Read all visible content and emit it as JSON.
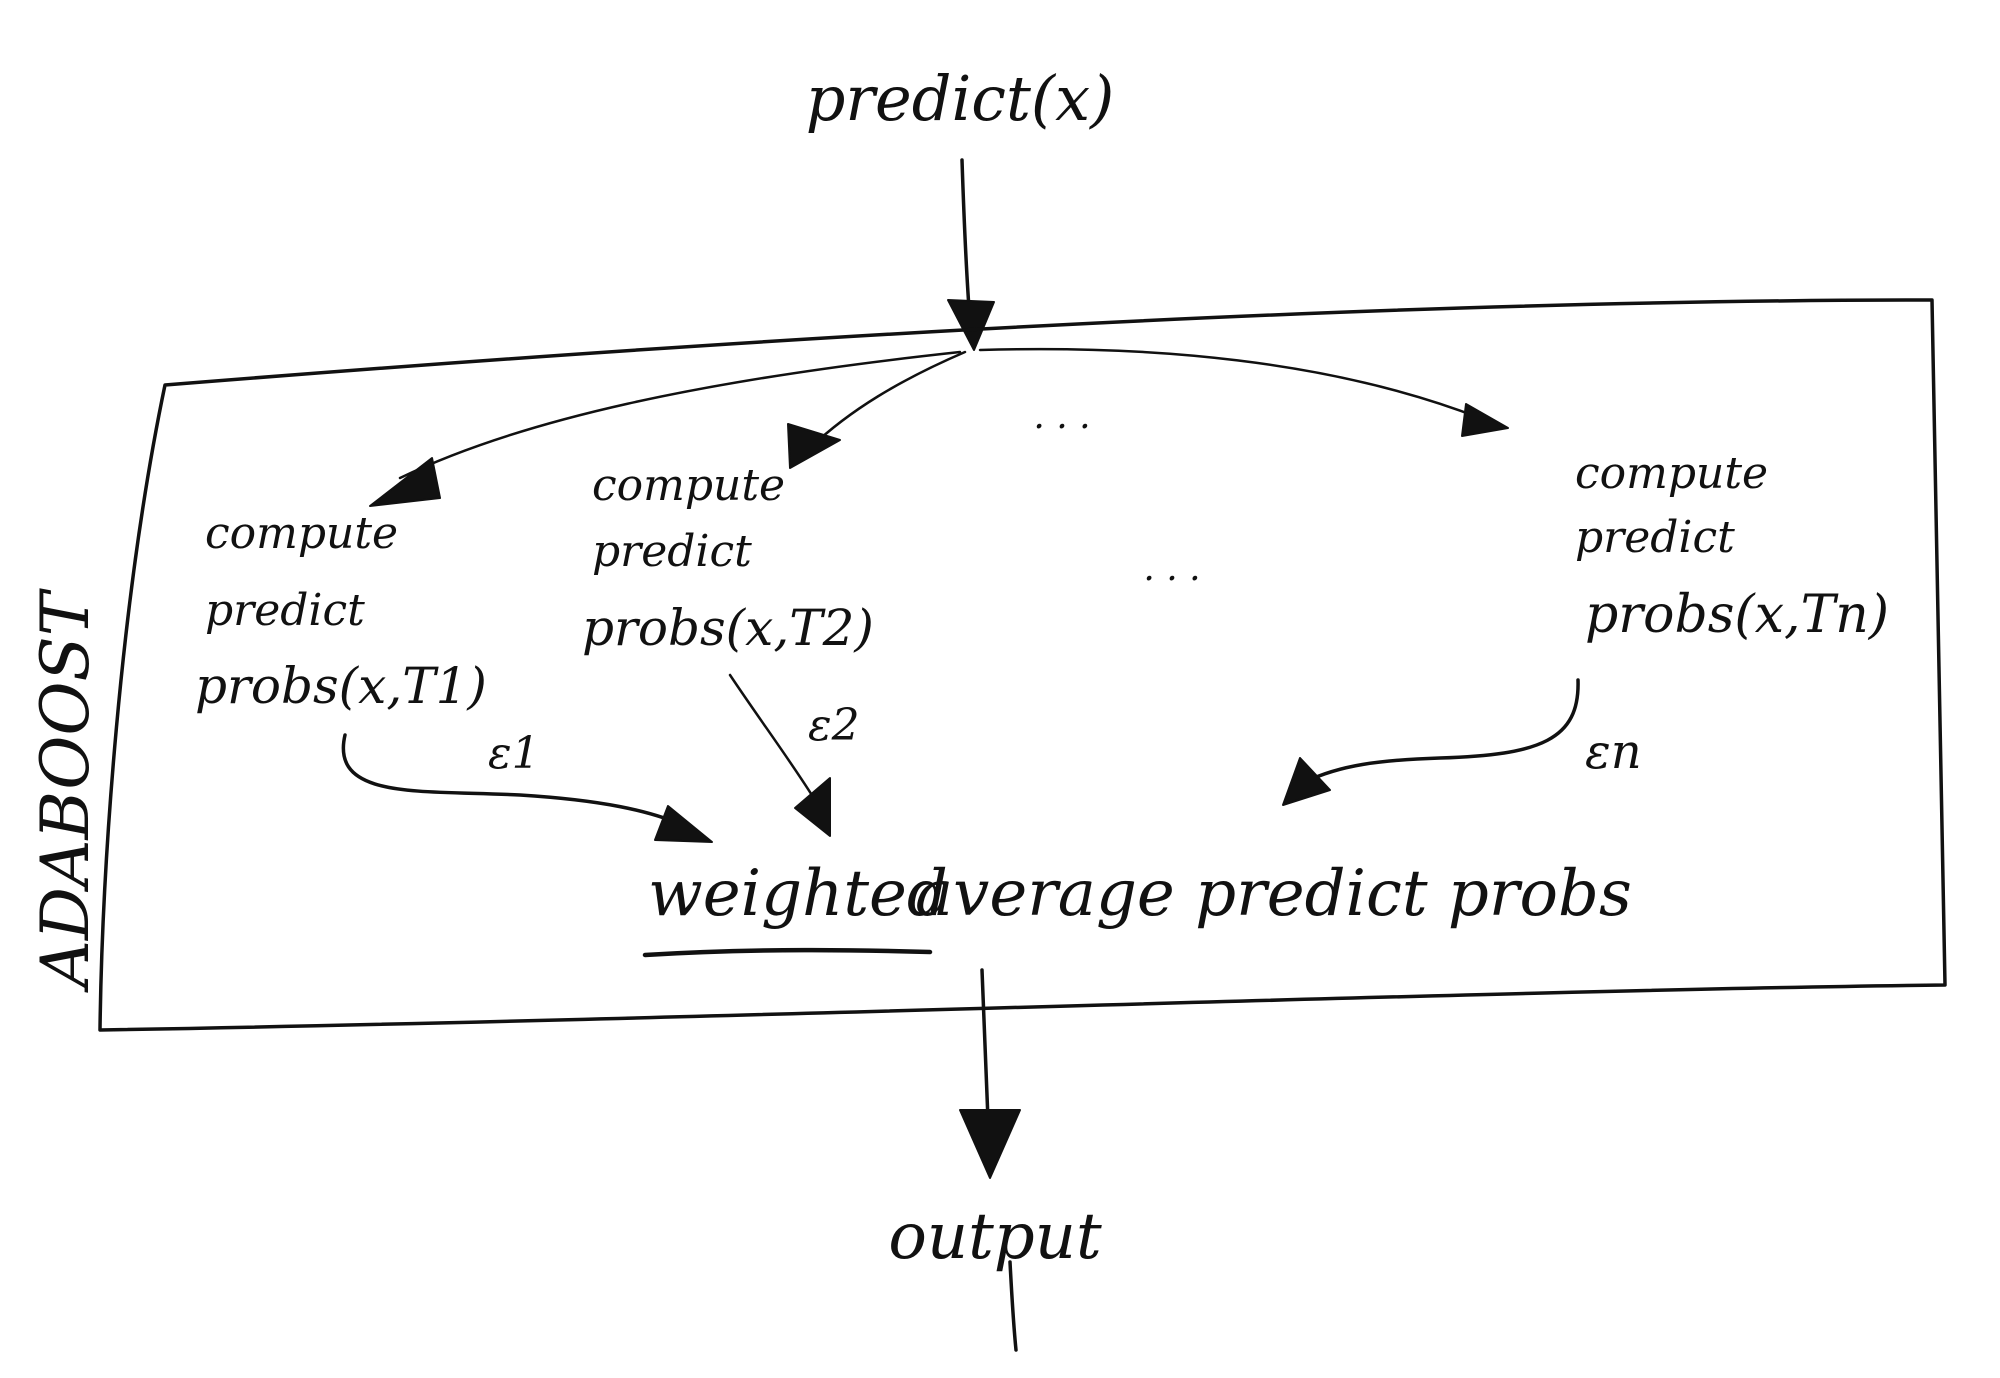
{
  "input_label": "predict(x)",
  "container_label": "ADABOOST",
  "learners": [
    {
      "line1": "compute",
      "line2": "predict",
      "line3": "probs(x,T1)",
      "weight": "ε1"
    },
    {
      "line1": "compute",
      "line2": "predict",
      "line3": "probs(x,T2)",
      "weight": "ε2"
    },
    {
      "line1": "compute",
      "line2": "predict",
      "line3": "probs(x,Tn)",
      "weight": "εn"
    }
  ],
  "ellipsis_top": ". . .",
  "ellipsis_middle": ". . .",
  "aggregate_emphasis": "weighted",
  "aggregate_rest": "average predict probs",
  "output_label": "output"
}
